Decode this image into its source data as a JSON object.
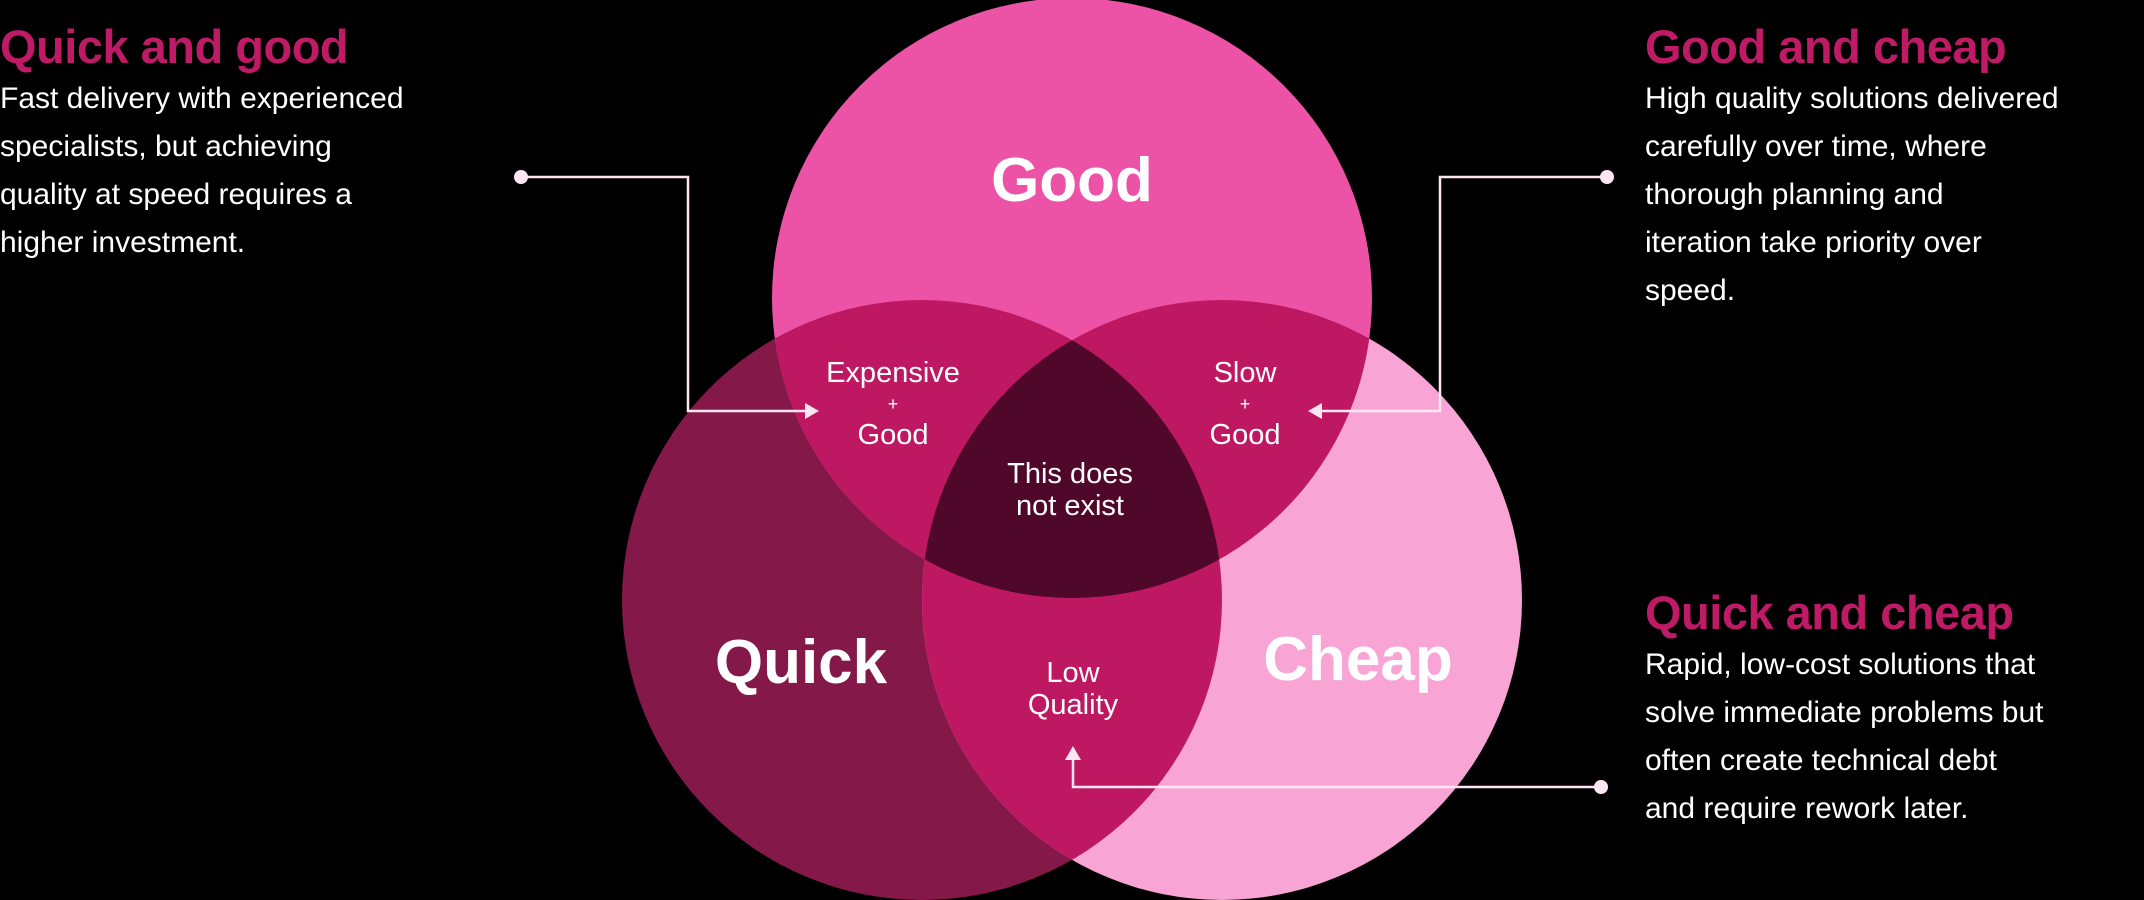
{
  "colors": {
    "background": "#000000",
    "good": "#EC53A6",
    "quick": "#841848",
    "cheap": "#F8A5D5",
    "pair_overlap": "#BE1863",
    "triple_overlap": "#50082A",
    "heading": "#BE1A66",
    "connector": "#FDE6F1",
    "text": "#FFFFFF"
  },
  "circles": {
    "good": {
      "label": "Good"
    },
    "quick": {
      "label": "Quick"
    },
    "cheap": {
      "label": "Cheap"
    }
  },
  "regions": {
    "good_quick": {
      "line1": "Expensive",
      "plus": "+",
      "line2": "Good"
    },
    "good_cheap": {
      "line1": "Slow",
      "plus": "+",
      "line2": "Good"
    },
    "quick_cheap": {
      "line1": "Low",
      "line2": "Quality"
    },
    "all_three": {
      "line1": "This does",
      "line2": "not exist"
    }
  },
  "callouts": {
    "quick_and_good": {
      "heading": "Quick and good",
      "lines": [
        "Fast delivery with experienced",
        "specialists, but achieving",
        "quality at speed requires a",
        "higher investment."
      ]
    },
    "good_and_cheap": {
      "heading": "Good and cheap",
      "lines": [
        "High quality solutions delivered",
        "carefully over time, where",
        "thorough planning and",
        "iteration take priority over",
        "speed."
      ]
    },
    "quick_and_cheap": {
      "heading": "Quick and cheap",
      "lines": [
        "Rapid, low-cost solutions that",
        "solve immediate problems but",
        "often create technical debt",
        "and require rework later."
      ]
    }
  }
}
